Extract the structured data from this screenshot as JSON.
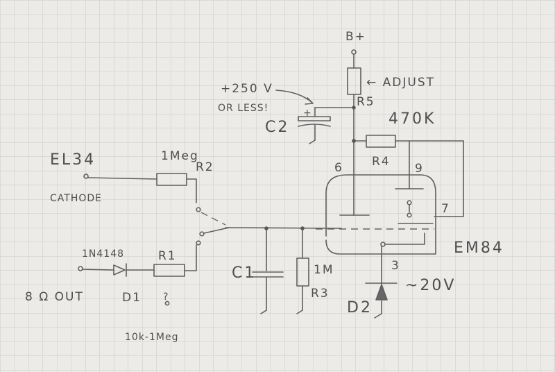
{
  "labels": {
    "bplus": "B+",
    "adjust": "← ADJUST",
    "r5": "R5",
    "v250": "+250 V",
    "orless": "OR LESS!",
    "c2": "C2",
    "plus": "+",
    "k470": "470K",
    "r4": "R4",
    "el34": "EL34",
    "cathode": "CATHODE",
    "meg1": "1Meg",
    "r2": "R2",
    "pin6": "6",
    "pin9": "9",
    "pin7": "7",
    "em84": "EM84",
    "in4148": "1N4148",
    "r1": "R1",
    "c1": "C1",
    "m1": "1M",
    "r3": "R3",
    "pin3": "3",
    "v20": "~20V",
    "d2": "D2",
    "out": "8 Ω  OUT",
    "d1": "D1",
    "q": "?",
    "range": "10k-1Meg"
  }
}
